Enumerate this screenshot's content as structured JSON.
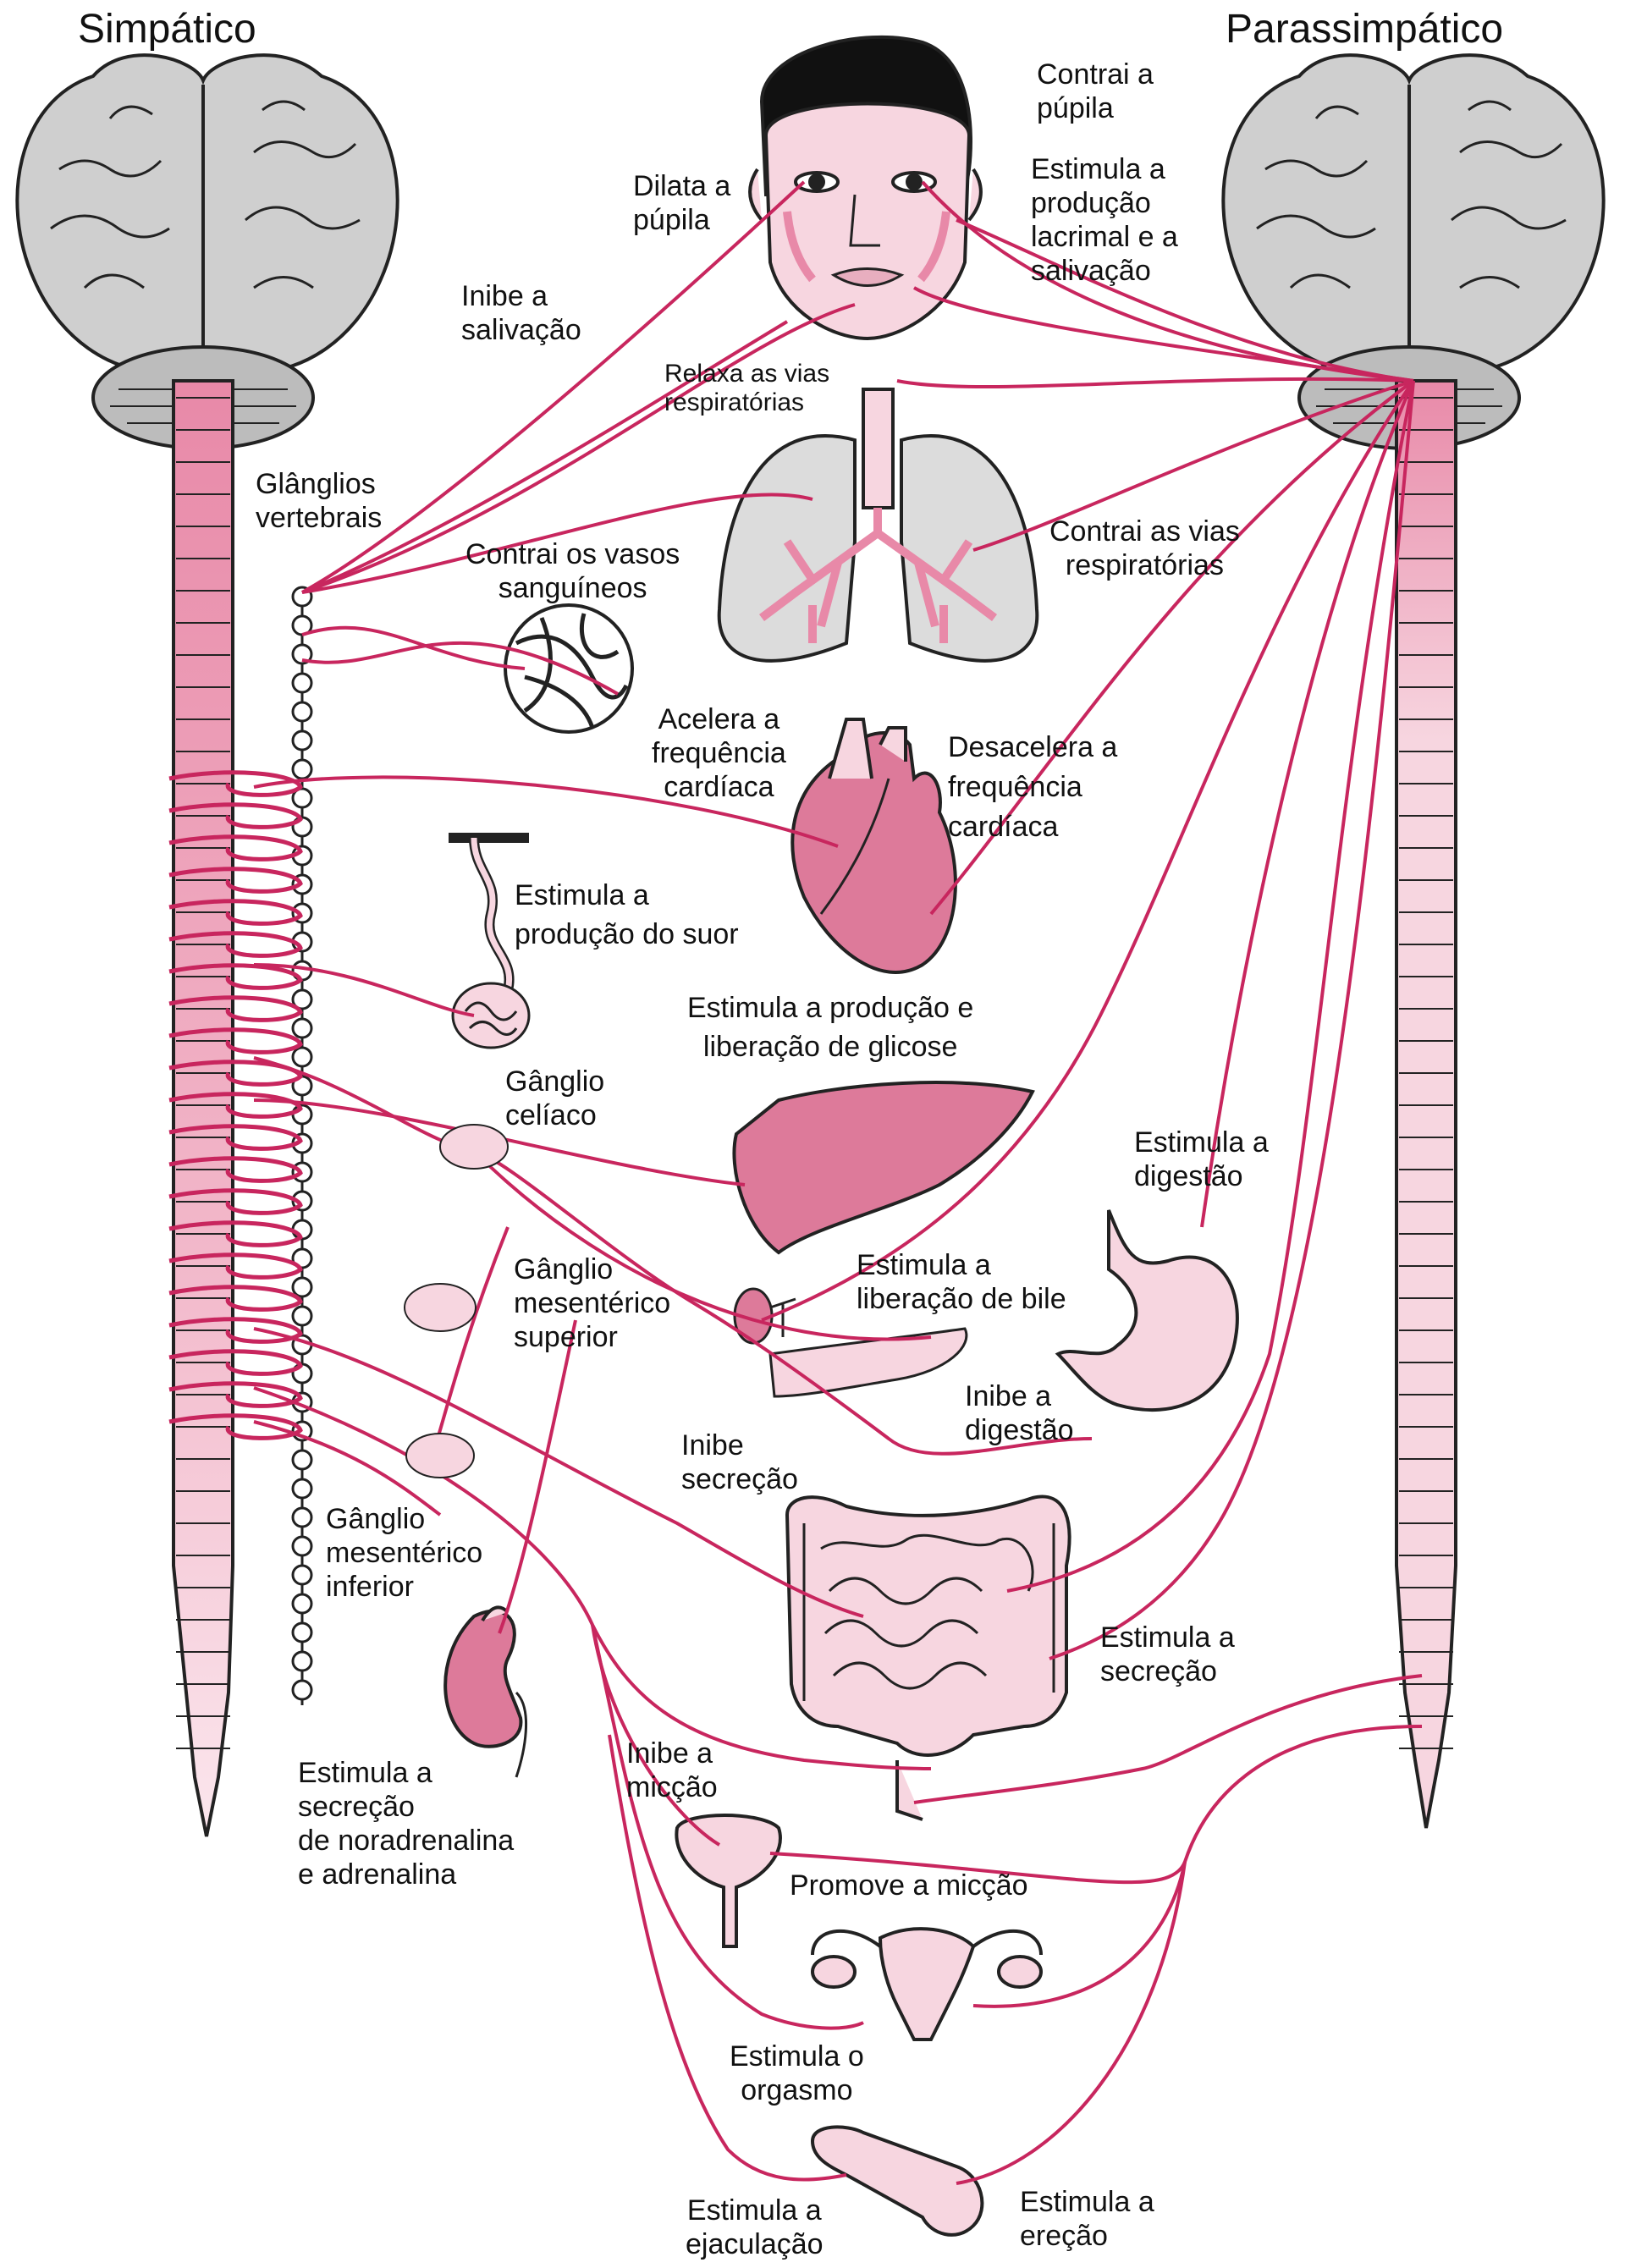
{
  "titles": {
    "sympathetic": "Simpático",
    "parasympathetic": "Parassimpático"
  },
  "labels": {
    "contract_pupil": [
      "Contrai a",
      "púpila"
    ],
    "dilate_pupil": [
      "Dilata a",
      "púpila"
    ],
    "stim_lacrimal": [
      "Estimula a",
      "produção",
      "lacrimal e a",
      "salivação"
    ],
    "inhibit_saliva": [
      "Inibe a",
      "salivação"
    ],
    "relax_airways": [
      "Relaxa as vias",
      "respiratórias"
    ],
    "vertebral_ganglia": [
      "Glânglios",
      "vertebrais"
    ],
    "contract_vessels": [
      "Contrai os vasos",
      "sanguíneos"
    ],
    "contract_airways": [
      "Contrai as vias",
      "respiratórias"
    ],
    "accel_heart": [
      "Acelera a",
      "frequência",
      "cardíaca"
    ],
    "decel_heart": [
      "Desacelera a",
      "frequência",
      "cardíaca"
    ],
    "sweat": [
      "Estimula a",
      "produção do suor"
    ],
    "glucose": [
      "Estimula a produção e",
      "liberação de glicose"
    ],
    "celiac": [
      "Gânglio",
      "celíaco"
    ],
    "stim_digestion": [
      "Estimula a",
      "digestão"
    ],
    "sup_mesenteric": [
      "Gânglio",
      "mesentérico",
      "superior"
    ],
    "bile": [
      "Estimula a",
      "liberação de bile"
    ],
    "inhibit_digestion": [
      "Inibe a",
      "digestão"
    ],
    "inhibit_secretion": [
      "Inibe",
      "secreção"
    ],
    "inf_mesenteric": [
      "Gânglio",
      "mesentérico",
      "inferior"
    ],
    "stim_secretion": [
      "Estimula a",
      "secreção"
    ],
    "adrenal": [
      "Estimula a",
      "secreção",
      "de noradrenalina",
      "e adrenalina"
    ],
    "inhibit_micturition": [
      "Inibe a",
      "micção"
    ],
    "promote_micturition": [
      "Promove a micção"
    ],
    "orgasm": [
      "Estimula o",
      "orgasmo"
    ],
    "ejaculation": [
      "Estimula a",
      "ejaculação"
    ],
    "erection": [
      "Estimula a",
      "ereção"
    ]
  },
  "colors": {
    "nerve": "#c8265e",
    "organ_dark": "#dd7a9a",
    "organ_light": "#f7d6e0",
    "brain": "#cfcfcf",
    "outline": "#222222"
  }
}
